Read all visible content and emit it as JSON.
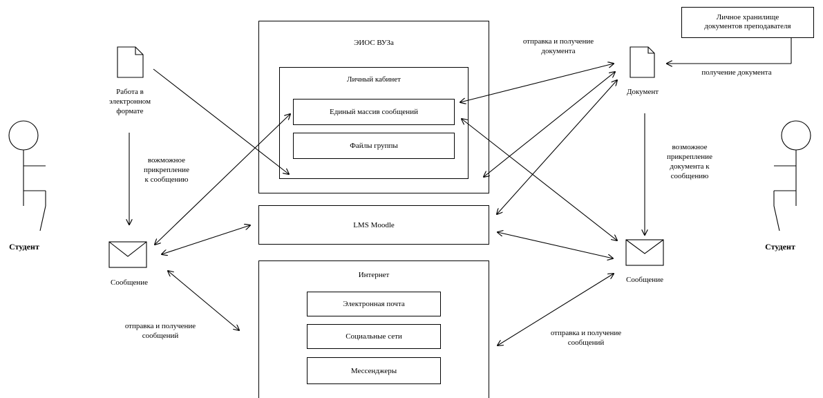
{
  "eios": {
    "title": "ЭИОС ВУЗа",
    "cabinet_title": "Личный кабинет",
    "messages_array": "Единый массив сообщений",
    "group_files": "Файлы группы"
  },
  "lms": {
    "title": "LMS Moodle"
  },
  "internet": {
    "title": "Интернет",
    "email": "Электронная почта",
    "social": "Социальные сети",
    "messengers": "Мессенджеры"
  },
  "storage": {
    "line1": "Личное хранилище",
    "line2": "документов преподавателя"
  },
  "left": {
    "student": "Студент",
    "doc_line1": "Работа в",
    "doc_line2": "электронном",
    "doc_line3": "формате",
    "attach_line1": "вожможное",
    "attach_line2": "прикрепление",
    "attach_line3": "к сообщению",
    "message": "Сообщение",
    "send_line1": "отправка и получение",
    "send_line2": "сообщений"
  },
  "right": {
    "student": "Студент",
    "doc": "Документ",
    "doc_send_line1": "отправка и получение",
    "doc_send_line2": "документа",
    "receive_doc": "получение документа",
    "attach_line1": "возможное",
    "attach_line2": "прикрепление",
    "attach_line3": "документа к",
    "attach_line4": "сообщению",
    "message": "Сообщение",
    "send_line1": "отправка и получение",
    "send_line2": "сообщений"
  }
}
